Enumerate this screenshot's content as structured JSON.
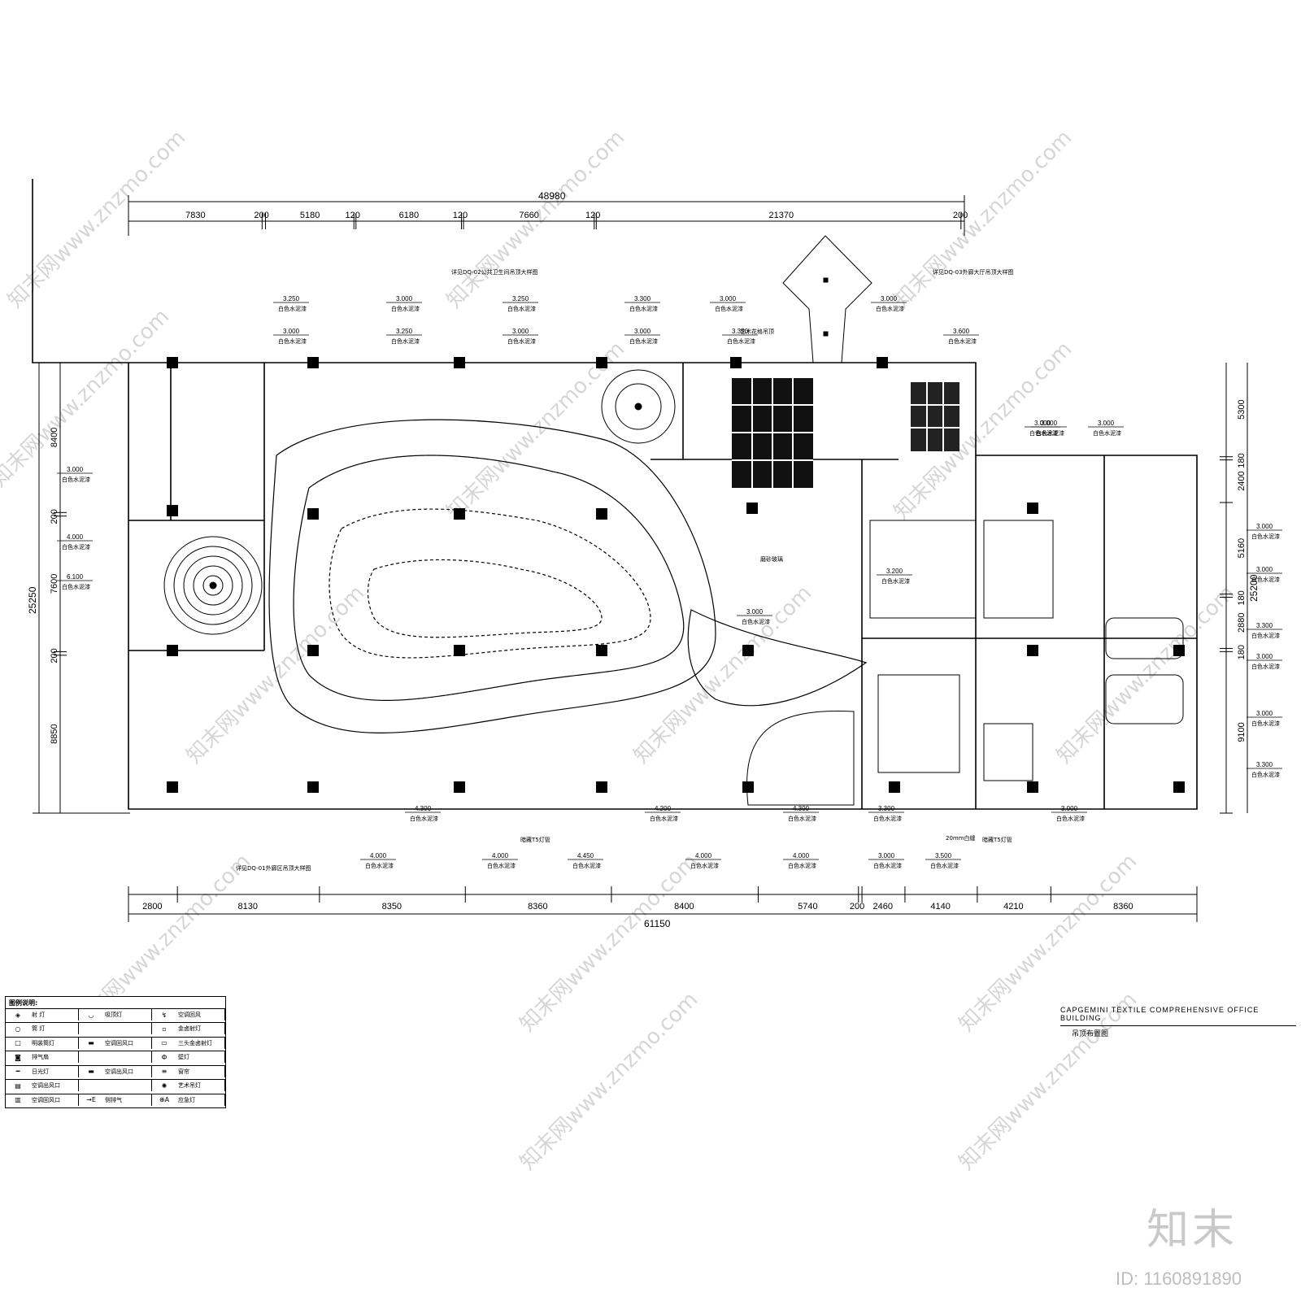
{
  "top_dims": {
    "total": "48980",
    "segments": [
      "7830",
      "200",
      "5180",
      "120",
      "6180",
      "120",
      "7660",
      "120",
      "21370",
      "200"
    ]
  },
  "bottom_dims": {
    "total": "61150",
    "segments": [
      "2800",
      "8130",
      "8350",
      "8360",
      "8400",
      "5740",
      "200",
      "2460",
      "4140",
      "4210",
      "8360"
    ]
  },
  "left_dims": {
    "total": "25250",
    "segments": [
      "8400",
      "200",
      "7600",
      "200",
      "8850"
    ]
  },
  "right_dims": {
    "total": "25200",
    "segments": [
      "5300",
      "180",
      "2400",
      "5160",
      "180",
      "2880",
      "180",
      "9100"
    ]
  },
  "ceiling_levels": [
    "3.250",
    "3.000",
    "3.250",
    "3.000",
    "3.250",
    "3.000",
    "3.300",
    "3.000",
    "3.000",
    "3.350",
    "3.000",
    "3.600",
    "3.000",
    "4.000",
    "6.100",
    "3.000",
    "3.200",
    "3.000",
    "4.300",
    "4.000",
    "4.000",
    "4.450",
    "4.200",
    "4.000",
    "4.300",
    "4.000",
    "3.300",
    "3.000",
    "3.500",
    "3.000",
    "3.000",
    "3.000",
    "3.000",
    "3.000",
    "3.300",
    "3.000",
    "3.000",
    "3.300"
  ],
  "notes": {
    "detail_ref_1": "详见DQ-02公共卫生间吊顶大样图",
    "detail_ref_2": "详见DQ-03外廊大厅吊顶大样图",
    "detail_ref_3": "详见DQ-01外廊区吊顶大样图",
    "finish_white": "白色水泥漆",
    "finish_art": "艺术花格吊顶",
    "glass": "磨砂玻璃",
    "t5": "暗藏T5灯管",
    "gap20": "20mm白缝"
  },
  "legend": {
    "title": "图例说明:",
    "items": [
      {
        "sym": "◈",
        "label": "射 灯"
      },
      {
        "sym": "◡",
        "label": "吸顶灯"
      },
      {
        "sym": "↯",
        "label": "空调回风"
      },
      {
        "sym": "○",
        "label": "筒 灯"
      },
      {
        "sym": "",
        "label": ""
      },
      {
        "sym": "▫",
        "label": "金卤射灯"
      },
      {
        "sym": "□",
        "label": "明装筒灯"
      },
      {
        "sym": "▬",
        "label": "空调回风口"
      },
      {
        "sym": "▭",
        "label": "三头金卤射灯"
      },
      {
        "sym": "◙",
        "label": "排气扇"
      },
      {
        "sym": "",
        "label": ""
      },
      {
        "sym": "Ф",
        "label": "壁灯"
      },
      {
        "sym": "━",
        "label": "日光灯"
      },
      {
        "sym": "▬",
        "label": "空调出风口"
      },
      {
        "sym": "≡",
        "label": "窗帘"
      },
      {
        "sym": "▤",
        "label": "空调出风口"
      },
      {
        "sym": "",
        "label": ""
      },
      {
        "sym": "✺",
        "label": "艺术吊灯"
      },
      {
        "sym": "▥",
        "label": "空调回风口"
      },
      {
        "sym": "→E",
        "label": "侧排气"
      },
      {
        "sym": "⊕A",
        "label": "应急灯"
      }
    ]
  },
  "title_block": {
    "en": "CAPGEMINI TEXTILE COMPREHENSIVE OFFICE BUILDING",
    "cn": "吊顶布置图"
  },
  "watermark": "知末网www.znzmo.com",
  "brand": "知末",
  "image_id": "ID: 1160891890"
}
